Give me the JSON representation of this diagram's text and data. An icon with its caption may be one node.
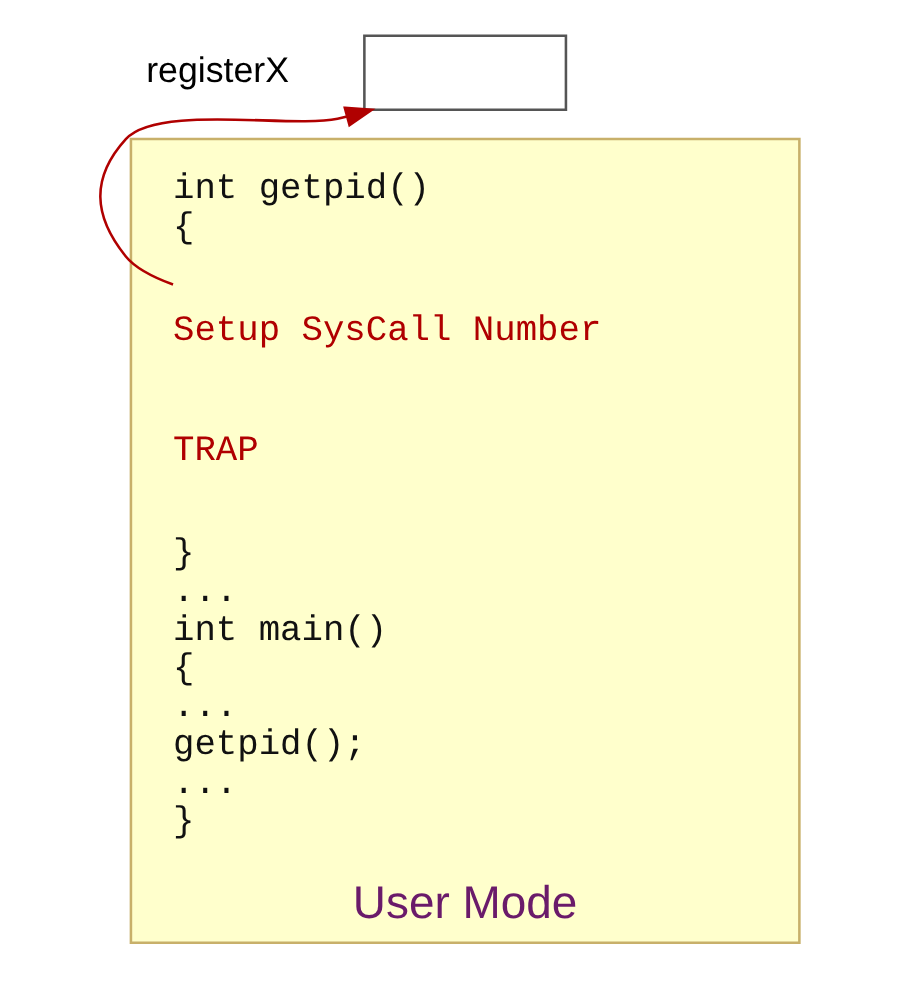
{
  "diagram": {
    "nodes": [
      {
        "text": [
          "User Mode"
        ]
      },
      {
        "text": [
          "int getpid()",
          "{"
        ],
        "in": 0
      },
      {
        "text": [
          "Setup SysCall Number"
        ],
        "in": 0
      },
      {
        "text": [
          "TRAP"
        ],
        "in": 0
      },
      {
        "text": [
          "}",
          "...",
          "int main()",
          "{",
          "...",
          "getpid();",
          "...",
          "}"
        ],
        "in": 0
      },
      {
        "text": [],
        "shape": "box",
        "beside": [
          "registerX"
        ]
      }
    ],
    "edges": [
      {
        "from": 2,
        "to": 5,
        "arrow": "to",
        "color": "#b00000"
      }
    ]
  }
}
